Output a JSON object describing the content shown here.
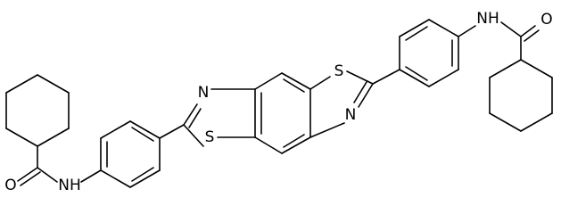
{
  "structure": {
    "atom_labels": {
      "o_left": "O",
      "nh_left": "NH",
      "n_core_left": "N",
      "s_core_left": "S",
      "s_core_right": "S",
      "n_core_right": "N",
      "nh_right": "NH",
      "o_right": "O"
    }
  }
}
